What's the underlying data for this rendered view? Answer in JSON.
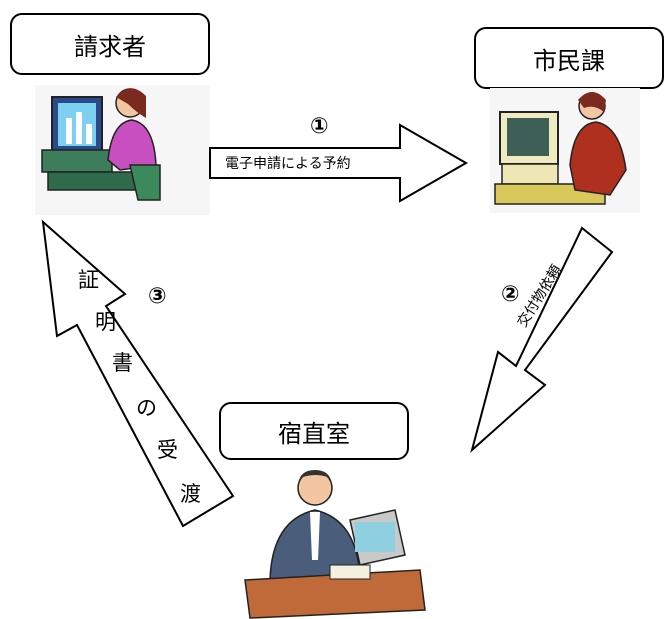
{
  "nodes": {
    "requester": "請求者",
    "citizen_section": "市民課",
    "night_duty_room": "宿直室"
  },
  "steps": [
    {
      "number": "①",
      "label": "電子申請による予約"
    },
    {
      "number": "②",
      "label": "交付物依頼"
    },
    {
      "number": "③",
      "label": "証明書の受渡"
    }
  ],
  "step3_chars": [
    "証",
    "明",
    "書",
    "の",
    "受",
    "渡"
  ],
  "colors": {
    "arrow_fill": "#ffffff",
    "arrow_stroke": "#000000",
    "panel": "#f7f7f7"
  }
}
